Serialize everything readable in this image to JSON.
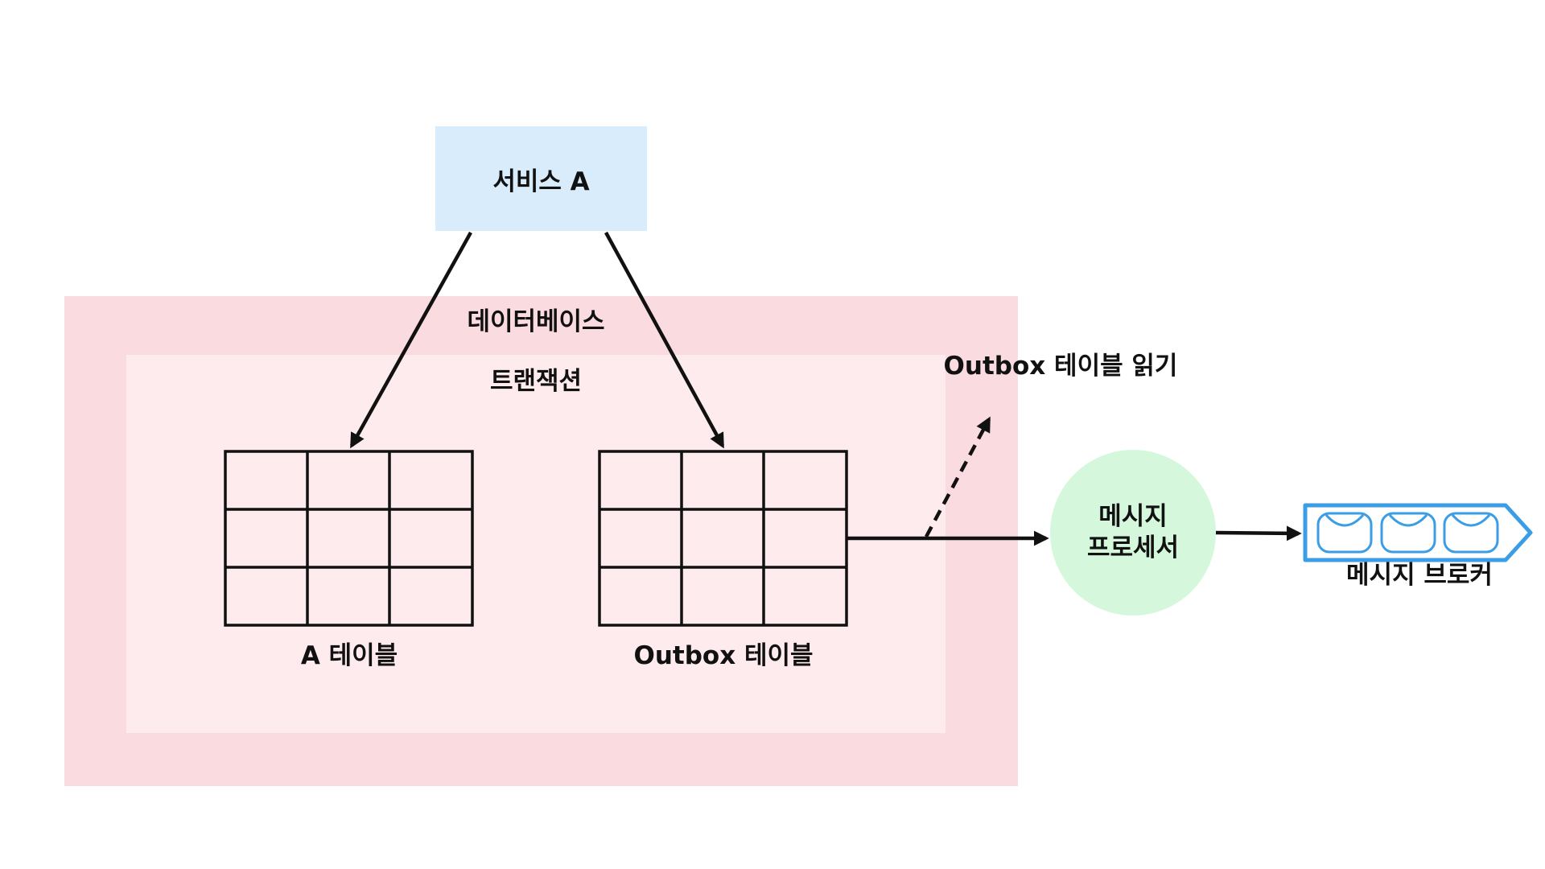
{
  "service": {
    "label": "서비스 A",
    "color": "#d9ecfc"
  },
  "database": {
    "label": "데이터베이스",
    "color": "#f9dbe0"
  },
  "transaction": {
    "label": "트랜잭션",
    "color": "#fdebee"
  },
  "tables": [
    {
      "label": "A 테이블",
      "rows": 3,
      "cols": 3
    },
    {
      "label": "Outbox 테이블",
      "rows": 3,
      "cols": 3
    }
  ],
  "read_outbox": {
    "label": "Outbox 테이블 읽기"
  },
  "processor": {
    "label_line1": "메시지",
    "label_line2": "프로세서",
    "color": "#d5f8dc"
  },
  "broker": {
    "label": "메시지 브로커",
    "color": "#3b9de6"
  },
  "colors": {
    "line": "#111111"
  }
}
